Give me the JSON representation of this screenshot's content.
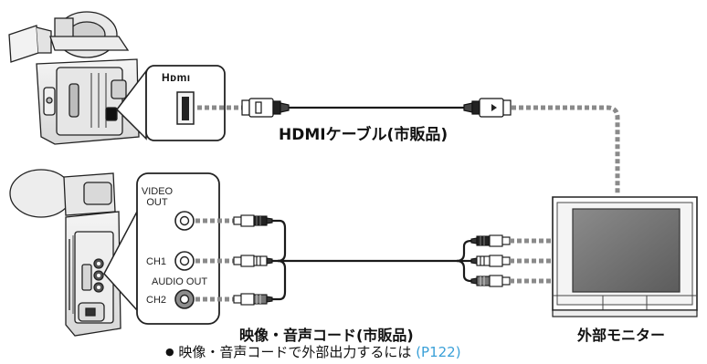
{
  "hdmi": {
    "port_logo": "Hᴅmı",
    "cable_label": "HDMIケーブル(市販品)"
  },
  "av": {
    "port_labels": {
      "video_out_line1": "VIDEO",
      "video_out_line2": "OUT",
      "ch1": "CH1",
      "audio_out": "AUDIO OUT",
      "ch2": "CH2"
    },
    "cable_label": "映像・音声コード(市販品)"
  },
  "monitor": {
    "label": "外部モニター"
  },
  "note": {
    "bullet": "●",
    "text": "映像・音声コードで外部出力するには",
    "link": "(P122)"
  },
  "colors": {
    "link": "#3aa0d8",
    "line": "#1a1a1a",
    "dashed": "#8a8a8a",
    "screen": "#6e6e6e"
  },
  "icons": [
    "camcorder-top",
    "camcorder-side",
    "hdmi-plug",
    "rca-plug",
    "monitor"
  ]
}
